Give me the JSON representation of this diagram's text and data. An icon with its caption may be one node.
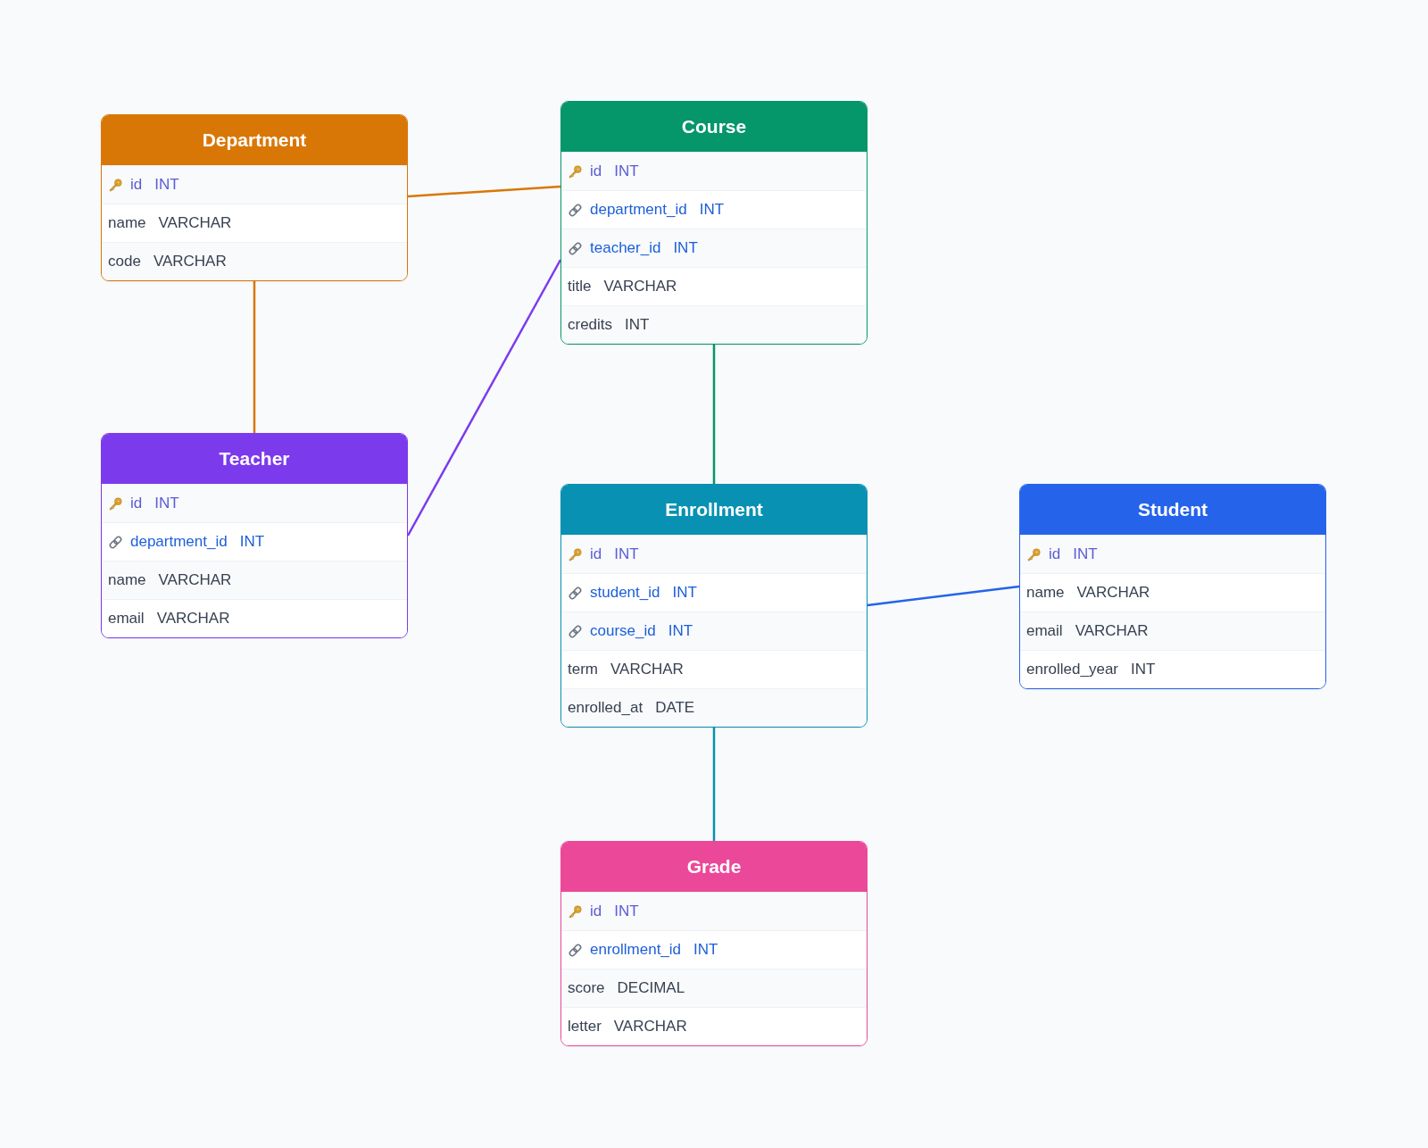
{
  "diagram": {
    "nodes": [
      {
        "text": [
          "Department"
        ]
      },
      {
        "text": [
          "id",
          "INT"
        ],
        "in": 0
      },
      {
        "text": [
          "name",
          "VARCHAR"
        ],
        "in": 0
      },
      {
        "text": [
          "code",
          "VARCHAR"
        ],
        "in": 0
      },
      {
        "text": [
          "Course"
        ]
      },
      {
        "text": [
          "id",
          "INT"
        ],
        "in": 4
      },
      {
        "text": [
          "department_id",
          "INT"
        ],
        "in": 4
      },
      {
        "text": [
          "teacher_id",
          "INT"
        ],
        "in": 4
      },
      {
        "text": [
          "title",
          "VARCHAR"
        ],
        "in": 4
      },
      {
        "text": [
          "credits",
          "INT"
        ],
        "in": 4
      },
      {
        "text": [
          "Teacher"
        ]
      },
      {
        "text": [
          "id",
          "INT"
        ],
        "in": 10
      },
      {
        "text": [
          "department_id",
          "INT"
        ],
        "in": 10
      },
      {
        "text": [
          "name",
          "VARCHAR"
        ],
        "in": 10
      },
      {
        "text": [
          "email",
          "VARCHAR"
        ],
        "in": 10
      },
      {
        "text": [
          "Enrollment"
        ]
      },
      {
        "text": [
          "id",
          "INT"
        ],
        "in": 15
      },
      {
        "text": [
          "student_id",
          "INT"
        ],
        "in": 15
      },
      {
        "text": [
          "course_id",
          "INT"
        ],
        "in": 15
      },
      {
        "text": [
          "term",
          "VARCHAR"
        ],
        "in": 15
      },
      {
        "text": [
          "enrolled_at",
          "DATE"
        ],
        "in": 15
      },
      {
        "text": [
          "Student"
        ]
      },
      {
        "text": [
          "id",
          "INT"
        ],
        "in": 21
      },
      {
        "text": [
          "name",
          "VARCHAR"
        ],
        "in": 21
      },
      {
        "text": [
          "email",
          "VARCHAR"
        ],
        "in": 21
      },
      {
        "text": [
          "enrolled_year",
          "INT"
        ],
        "in": 21
      },
      {
        "text": [
          "Grade"
        ]
      },
      {
        "text": [
          "id",
          "INT"
        ],
        "in": 26
      },
      {
        "text": [
          "enrollment_id",
          "INT"
        ],
        "in": 26
      },
      {
        "text": [
          "score",
          "DECIMAL"
        ],
        "in": 26
      },
      {
        "text": [
          "letter",
          "VARCHAR"
        ],
        "in": 26
      }
    ],
    "edges": [
      {
        "from": 0,
        "to": 4,
        "arrow": "none",
        "color": "#d97706"
      },
      {
        "from": 0,
        "to": 10,
        "arrow": "none",
        "color": "#d97706"
      },
      {
        "from": 10,
        "to": 4,
        "arrow": "none",
        "color": "#7c3aed"
      },
      {
        "from": 4,
        "to": 15,
        "arrow": "none",
        "color": "#059669"
      },
      {
        "from": 21,
        "to": 15,
        "arrow": "none",
        "color": "#2563eb"
      },
      {
        "from": 15,
        "to": 26,
        "arrow": "none",
        "color": "#0891b2"
      }
    ]
  }
}
